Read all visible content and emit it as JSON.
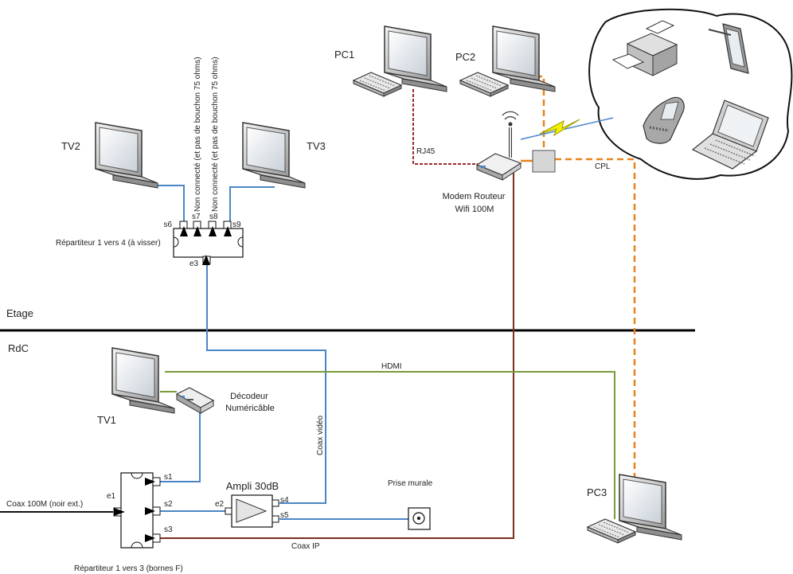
{
  "floors": {
    "upper": "Etage",
    "ground": "RdC"
  },
  "pcs": {
    "pc1": "PC1",
    "pc2": "PC2",
    "pc3": "PC3"
  },
  "tvs": {
    "tv1": "TV1",
    "tv2": "TV2",
    "tv3": "TV3"
  },
  "router": {
    "line1": "Modem Routeur",
    "line2": "Wifi 100M"
  },
  "links": {
    "rj45": "RJ45",
    "cpl": "CPL",
    "hdmi": "HDMI",
    "coax_video": "Coax vidéo",
    "coax_ip": "Coax IP",
    "coax_in": "Coax 100M (noir ext.)"
  },
  "splitter4": {
    "label": "Répartiteur 1 vers 4 (à visser)",
    "input": "e3",
    "outputs": [
      "s6",
      "s7",
      "s8",
      "s9"
    ]
  },
  "not_connected": "Non connecté (et pas de bouchon 75 ohms)",
  "decoder": {
    "line1": "Décodeur",
    "line2": "Numéricâble"
  },
  "splitter3": {
    "label": "Répartiteur 1 vers 3 (bornes F)",
    "input": "e1",
    "outputs": [
      "s1",
      "s2",
      "s3"
    ]
  },
  "amp": {
    "label": "Ampli 30dB",
    "input": "e2",
    "outputs": [
      "s4",
      "s5"
    ]
  },
  "wall": "Prise murale",
  "colors": {
    "coax_blue": "#4a86c6",
    "rj45": "#9c2a2a",
    "cpl": "#e8821e",
    "hdmi": "#7a9a3a",
    "coax_ip": "#7a2e20",
    "floor_line": "#000000"
  }
}
